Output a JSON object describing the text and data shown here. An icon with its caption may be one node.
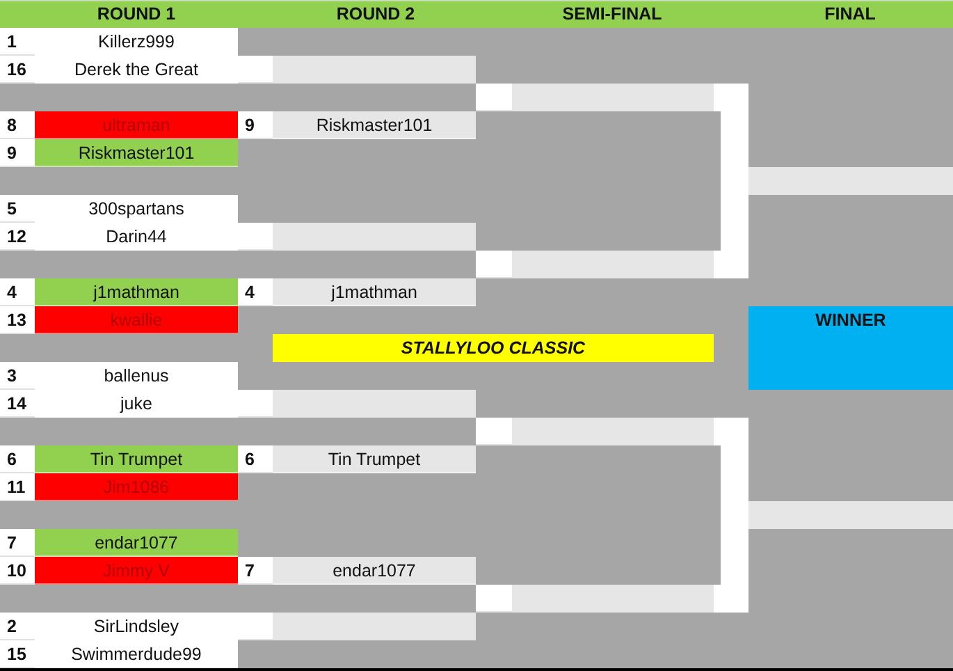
{
  "diagram": {
    "nodes": [
      {
        "text": [
          "1",
          "Killerz999"
        ]
      },
      {
        "text": [
          "16",
          "Derek the Great"
        ]
      },
      {
        "text": [],
        "shape": "bar"
      },
      {
        "text": [],
        "shape": "bar"
      },
      {
        "text": [
          "8",
          "ultraman"
        ]
      },
      {
        "text": [
          "9",
          "Riskmaster101"
        ]
      },
      {
        "text": [
          "9",
          "Riskmaster101"
        ]
      },
      {
        "text": [],
        "shape": "bar"
      },
      {
        "text": [
          "5",
          "300spartans"
        ]
      },
      {
        "text": [
          "12",
          "Darin44"
        ]
      },
      {
        "text": [],
        "shape": "bar"
      },
      {
        "text": [],
        "shape": "bar"
      },
      {
        "text": [
          "4",
          "j1mathman"
        ]
      },
      {
        "text": [
          "4",
          "j1mathman"
        ]
      },
      {
        "text": [
          "13",
          "kwallie"
        ]
      },
      {
        "text": [
          "WINNER"
        ]
      },
      {
        "text": [
          "STALLYLOO CLASSIC"
        ]
      },
      {
        "text": [
          "3",
          "ballenus"
        ]
      },
      {
        "text": [
          "14",
          "juke"
        ]
      },
      {
        "text": [],
        "shape": "bar"
      },
      {
        "text": [],
        "shape": "bar"
      },
      {
        "text": [
          "6",
          "Tin Trumpet"
        ]
      },
      {
        "text": [
          "6",
          "Tin Trumpet"
        ]
      },
      {
        "text": [
          "11",
          "Jim1086"
        ]
      },
      {
        "text": [],
        "shape": "bar"
      },
      {
        "text": [
          "7",
          "endar1077"
        ]
      },
      {
        "text": [
          "10",
          "Jimmy V"
        ]
      },
      {
        "text": [
          "7",
          "endar1077"
        ]
      },
      {
        "text": [],
        "shape": "bar"
      },
      {
        "text": [
          "2",
          "SirLindsley"
        ]
      },
      {
        "text": [],
        "shape": "bar"
      },
      {
        "text": [
          "15",
          "Swimmerdude99"
        ]
      }
    ],
    "edges": [
      {
        "from": 3,
        "to": 7,
        "arrow": "none"
      },
      {
        "from": 11,
        "to": 7,
        "arrow": "none"
      },
      {
        "from": 20,
        "to": 24,
        "arrow": "none"
      },
      {
        "from": 28,
        "to": 24,
        "arrow": "none"
      }
    ],
    "labels": [
      "ROUND 1",
      "ROUND 2",
      "SEMI-FINAL",
      "FINAL"
    ]
  }
}
